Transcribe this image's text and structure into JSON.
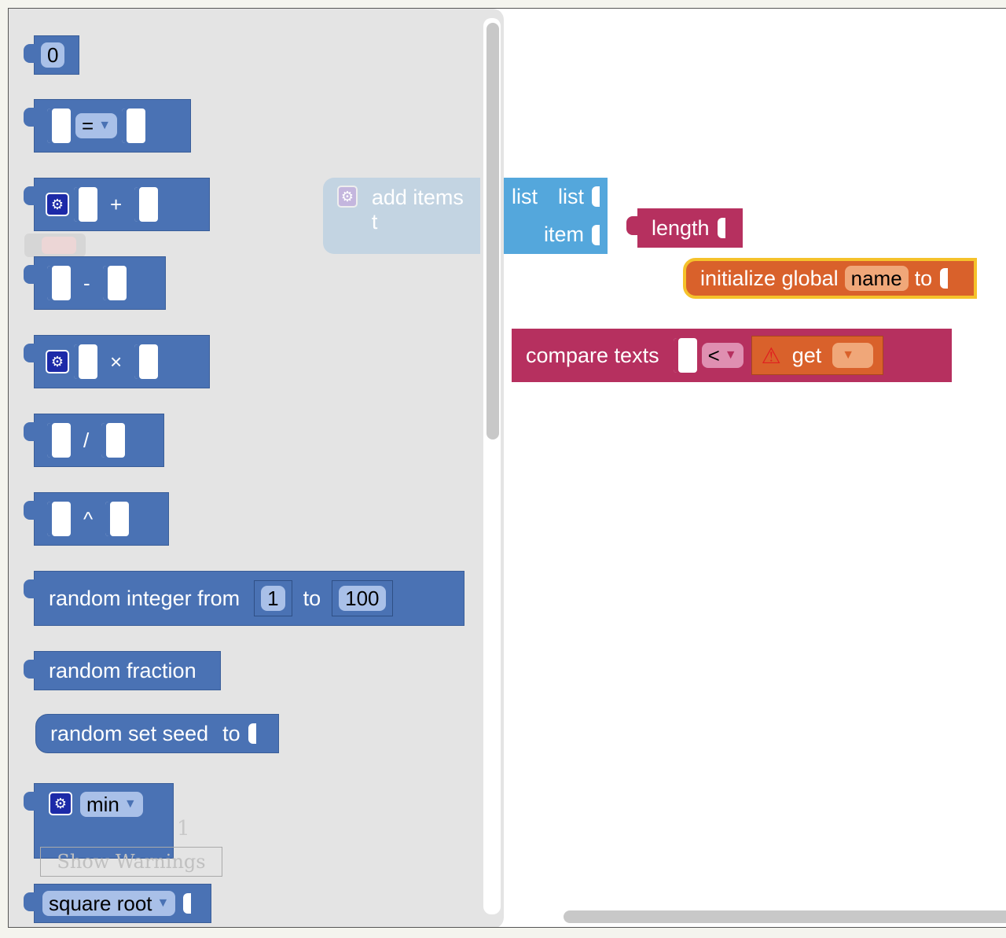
{
  "flyout": {
    "number_block": {
      "value": "0"
    },
    "compare_block": {
      "operator": "="
    },
    "add_block": {
      "operator": "+"
    },
    "subtract_block": {
      "operator": "-"
    },
    "multiply_block": {
      "operator": "×"
    },
    "divide_block": {
      "operator": "/"
    },
    "power_block": {
      "operator": "^"
    },
    "random_integer": {
      "label": "random integer from",
      "from_value": "1",
      "to_label": "to",
      "to_value": "100"
    },
    "random_fraction": {
      "label": "random fraction"
    },
    "random_seed": {
      "label": "random set seed",
      "to_label": "to"
    },
    "min_block": {
      "label": "min"
    },
    "warnings": {
      "count": "1",
      "button_label": "Show Warnings"
    },
    "square_root": {
      "label": "square root"
    }
  },
  "workspace": {
    "ghost_block": {
      "label": "add items t"
    },
    "add_items_list": {
      "label_list": "list",
      "label_list2": "list",
      "label_item": "item"
    },
    "length_block": {
      "label": "length"
    },
    "init_global": {
      "label": "initialize global",
      "name_value": "name",
      "to_label": "to"
    },
    "compare_texts": {
      "label": "compare texts",
      "operator": "<",
      "get_label": "get"
    }
  }
}
